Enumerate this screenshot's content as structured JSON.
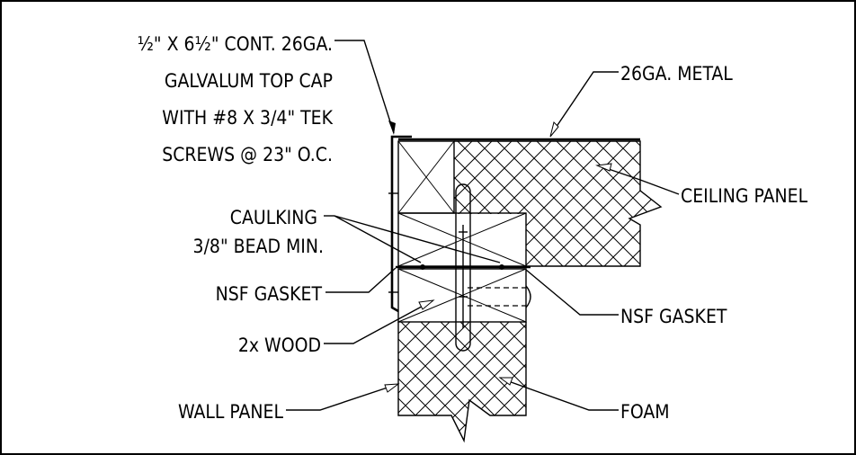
{
  "labels": {
    "top_cap": [
      "½\" X 6½\" CONT. 26GA.",
      "GALVALUM TOP CAP",
      "WITH #8 X 3/4\" TEK",
      "SCREWS @ 23\" O.C."
    ],
    "metal": "26GA. METAL",
    "ceiling_panel": "CEILING PANEL",
    "caulking": [
      "CAULKING",
      "3/8\" BEAD MIN."
    ],
    "nsf_gasket_left": "NSF GASKET",
    "nsf_gasket_right": "NSF GASKET",
    "wood": "2x WOOD",
    "wall_panel": "WALL PANEL",
    "foam": "FOAM"
  }
}
